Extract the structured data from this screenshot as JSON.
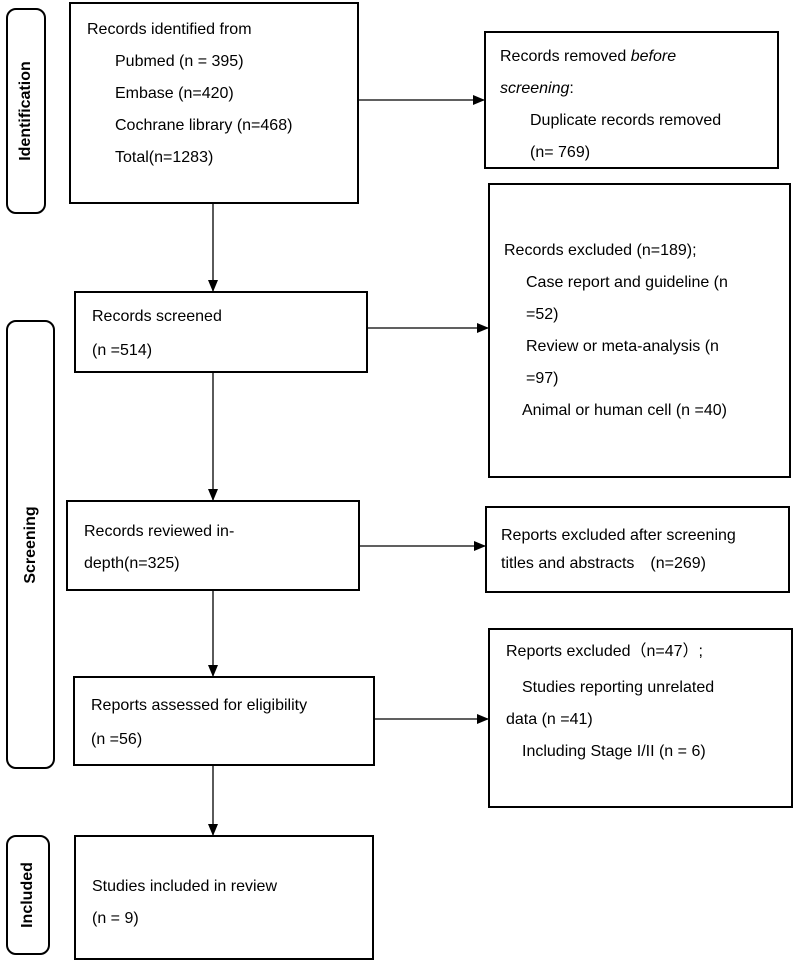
{
  "phases": {
    "identification": "Identification",
    "screening": "Screening",
    "included": "Included"
  },
  "boxes": {
    "identified": {
      "title": "Records identified from",
      "pubmed": "Pubmed (n = 395)",
      "embase": "Embase (n=420)",
      "cochrane": "Cochrane library (n=468)",
      "total": "Total(n=1283)"
    },
    "removed": {
      "line1_a": "Records removed ",
      "line1_b": "before",
      "line2_a": "screening",
      "line2_b": ":",
      "line3": "Duplicate records removed",
      "line4": "(n= 769)"
    },
    "screened": {
      "title": "Records screened",
      "count": "(n =514)"
    },
    "excluded1": {
      "title": "Records excluded (n=189);",
      "case_a": "Case report and guideline (n",
      "case_b": "=52)",
      "review_a": "Review or meta-analysis (n",
      "review_b": "=97)",
      "animal": "Animal or human cell (n =40)"
    },
    "reviewed": {
      "line1": "Records reviewed in-",
      "line2": "depth(n=325)"
    },
    "excluded2": {
      "line1": "Reports excluded after screening",
      "line2": "titles and abstracts　(n=269)"
    },
    "assessed": {
      "title": "Reports assessed for eligibility",
      "count": "(n =56)"
    },
    "excluded3": {
      "title": "Reports excluded（n=47）;",
      "line2": "Studies reporting unrelated",
      "line3": "data (n =41)",
      "line4": "Including Stage I/II (n = 6)"
    },
    "included": {
      "title": "Studies included in review",
      "count": "(n = 9)"
    }
  }
}
